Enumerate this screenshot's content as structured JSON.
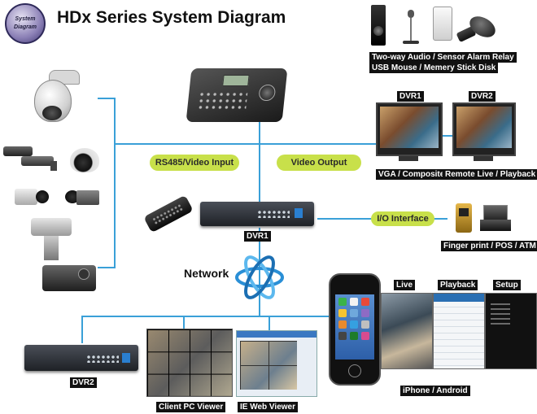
{
  "diagram": {
    "title": "HDx Series System Diagram",
    "logo_text": [
      "System",
      "Diagram"
    ],
    "labels": {
      "rs485": "RS485/Video Input",
      "video_output": "Video Output",
      "io_interface": "I/O Interface",
      "network": "Network",
      "audio_line1": "Two-way Audio / Sensor Alarm Relay",
      "audio_line2": "USB Mouse / Memery Stick Disk",
      "dvr1_monitor": "DVR1",
      "dvr2_monitor": "DVR2",
      "vga": "VGA / Composite",
      "remote_live": "Remote Live / Playback",
      "dvr1_center": "DVR1",
      "finger_print": "Finger print / POS / ATM",
      "live": "Live",
      "playback": "Playback",
      "setup": "Setup",
      "iphone": "iPhone / Android",
      "dvr2_bottom": "DVR2",
      "client_pc": "Client PC Viewer",
      "ie_web": "IE Web Viewer"
    },
    "colors": {
      "line": "#3aa0d8",
      "pill": "#c8e04a",
      "tag_bg": "#111111"
    }
  }
}
